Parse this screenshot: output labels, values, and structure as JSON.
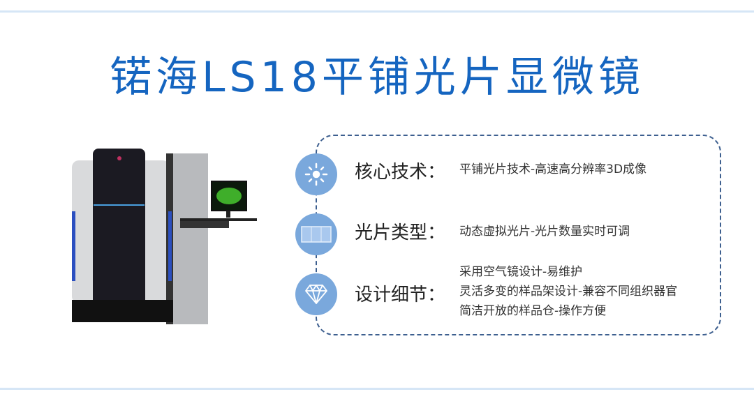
{
  "title": "锘海LS18平铺光片显微镜",
  "features": [
    {
      "icon": "light-icon",
      "heading": "核心技术：",
      "lines": [
        "平铺光片技术-高速高分辨率3D成像"
      ]
    },
    {
      "icon": "light-sheet-icon",
      "heading": "光片类型：",
      "lines": [
        "动态虚拟光片-光片数量实时可调"
      ]
    },
    {
      "icon": "diamond-icon",
      "heading": "设计细节：",
      "lines": [
        "采用空气镜设计-易维护",
        "灵活多变的样品架设计-兼容不同组织器官",
        "简洁开放的样品仓-操作方便"
      ]
    }
  ],
  "colors": {
    "title": "#1565c0",
    "icon_bg": "#7aa8dc",
    "border": "#3d5f8f"
  }
}
